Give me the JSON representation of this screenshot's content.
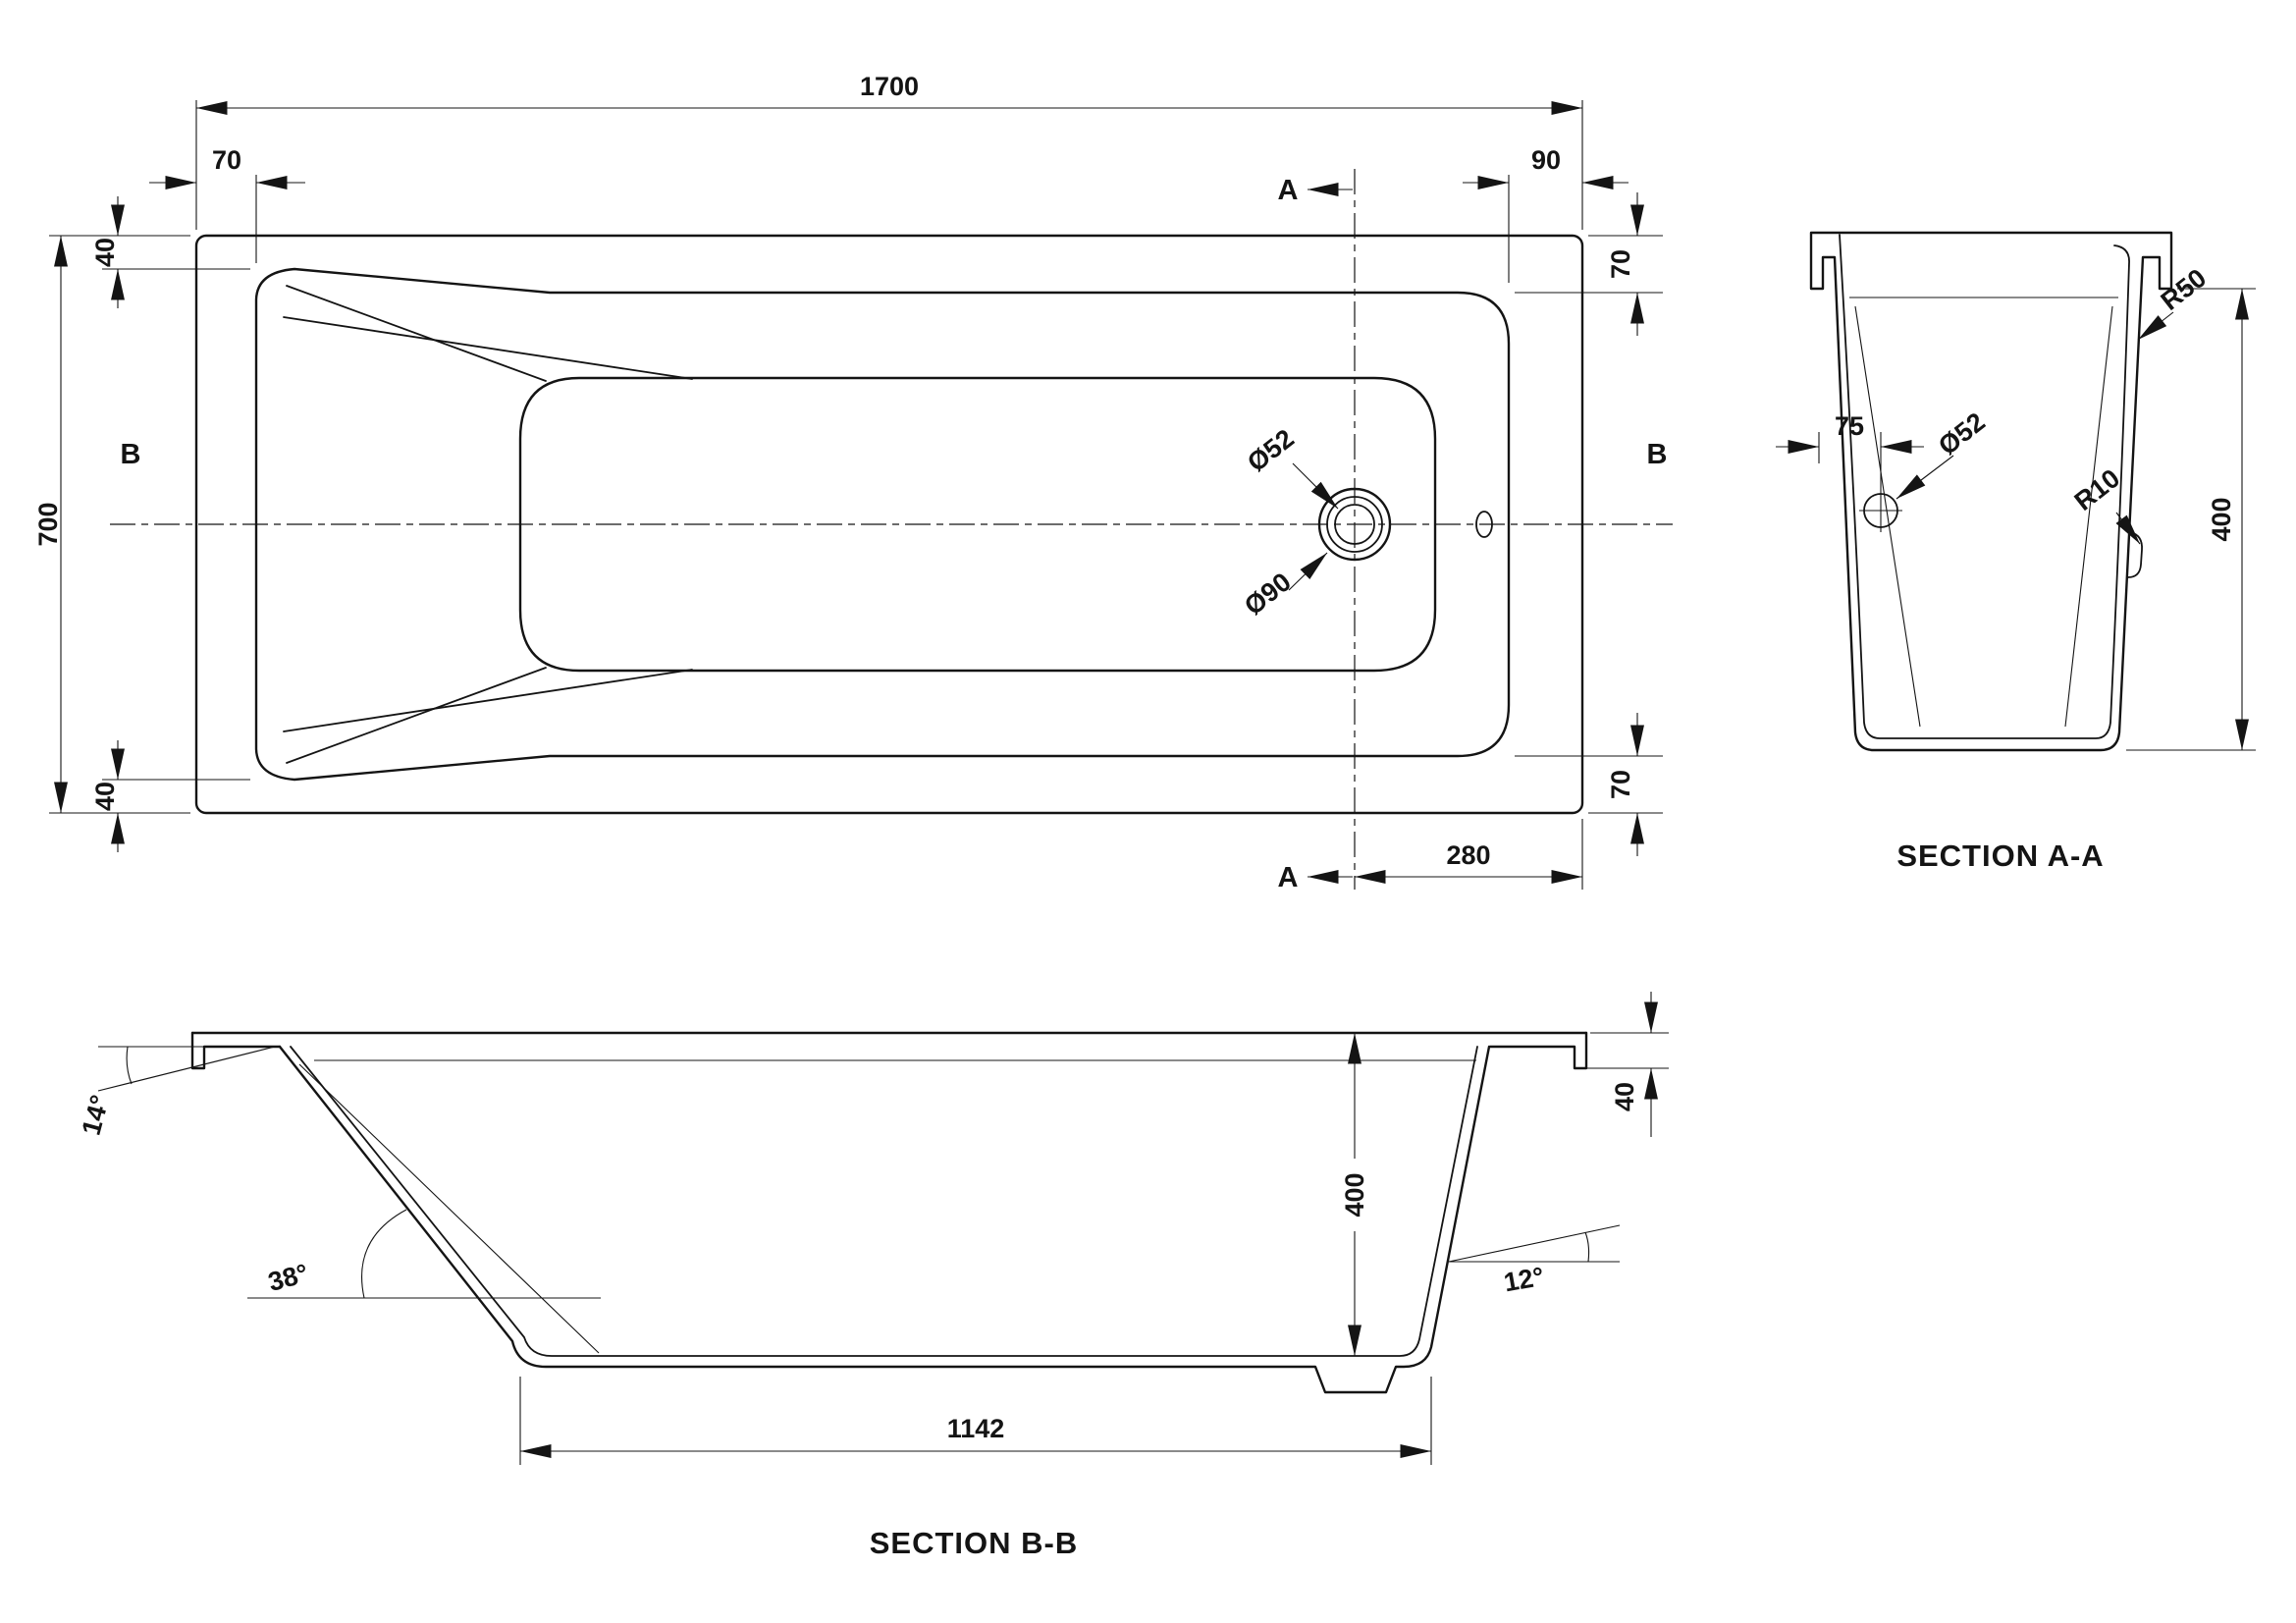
{
  "drawing": {
    "plan": {
      "dim_overall_length": "1700",
      "dim_overall_width": "700",
      "dim_rim_left": "70",
      "dim_rim_right": "90",
      "dim_rim_top": "70",
      "dim_rim_bottom": "70",
      "dim_back_top": "40",
      "dim_back_bottom": "40",
      "dim_drain_offset": "280",
      "drain_inner_dia": "Ø52",
      "drain_outer_dia": "Ø90",
      "section_a": "A",
      "section_b": "B"
    },
    "section_aa": {
      "title": "SECTION A-A",
      "radius_top": "R50",
      "radius_bottom": "R10",
      "overflow_dia": "Ø52",
      "dim_overflow_offset": "75",
      "dim_depth": "400"
    },
    "section_bb": {
      "title": "SECTION B-B",
      "angle_back": "14°",
      "angle_back_slope": "38°",
      "angle_foot": "12°",
      "dim_depth": "400",
      "dim_rim_height": "40",
      "dim_base_length": "1142"
    }
  }
}
